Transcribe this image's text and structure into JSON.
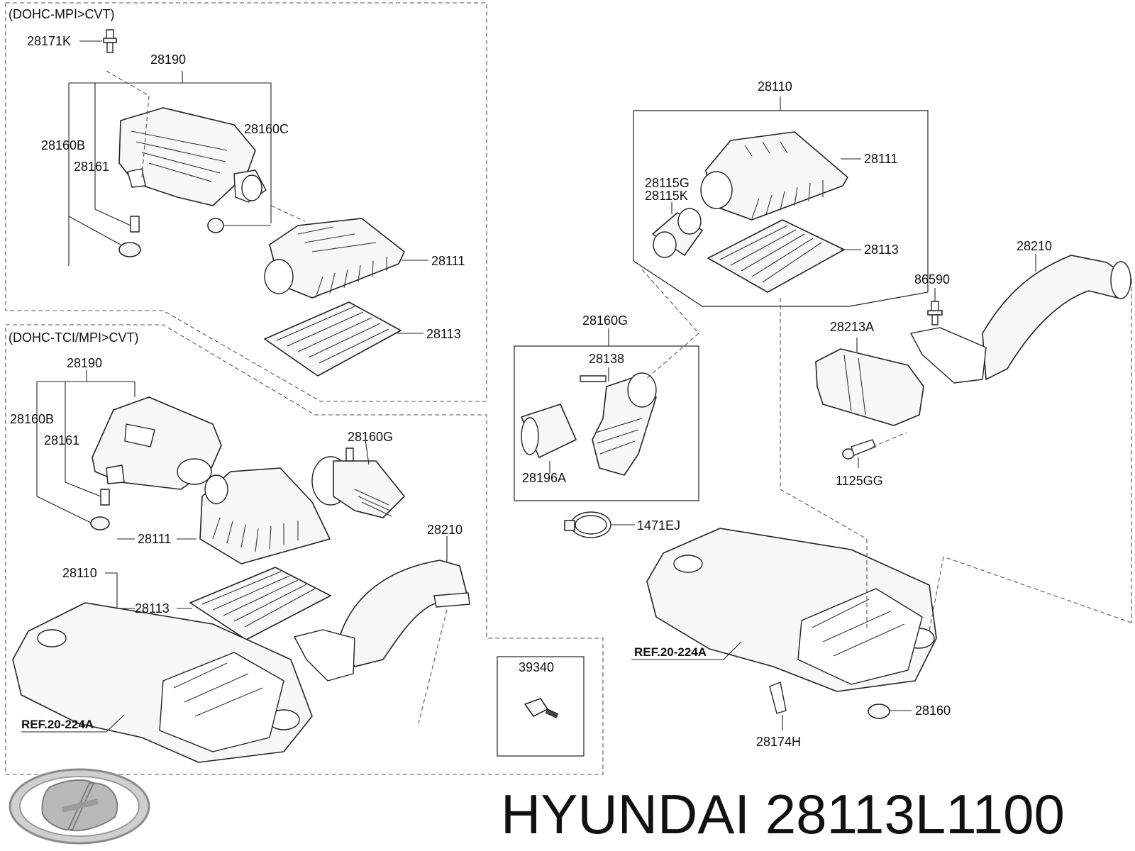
{
  "panels": {
    "upper_left_title": "(DOHC-MPI>CVT)",
    "lower_left_title": "(DOHC-TCI/MPI>CVT)"
  },
  "labels": {
    "ul_28171K": "28171K",
    "ul_28190": "28190",
    "ul_28160B": "28160B",
    "ul_28161": "28161",
    "ul_28160C": "28160C",
    "ul_28111": "28111",
    "ul_28113": "28113",
    "ll_28190": "28190",
    "ll_28160B": "28160B",
    "ll_28161": "28161",
    "ll_28160G": "28160G",
    "ll_28111": "28111",
    "ll_28110": "28110",
    "ll_28113": "28113",
    "ll_28210": "28210",
    "ll_ref": "REF.20-224A",
    "box_39340": "39340",
    "r_28110": "28110",
    "r_28111": "28111",
    "r_28115G": "28115G",
    "r_28115K": "28115K",
    "r_28113": "28113",
    "r_28210": "28210",
    "r_86590": "86590",
    "r_28213A": "28213A",
    "r_1125GG": "1125GG",
    "r_28160G": "28160G",
    "r_28138": "28138",
    "r_28196A": "28196A",
    "r_1471EJ": "1471EJ",
    "r_ref": "REF.20-224A",
    "r_28160": "28160",
    "r_28174H": "28174H"
  },
  "footer": {
    "brand_logo": "hyundai-logo",
    "part_title": "HYUNDAI 28113L1100"
  }
}
